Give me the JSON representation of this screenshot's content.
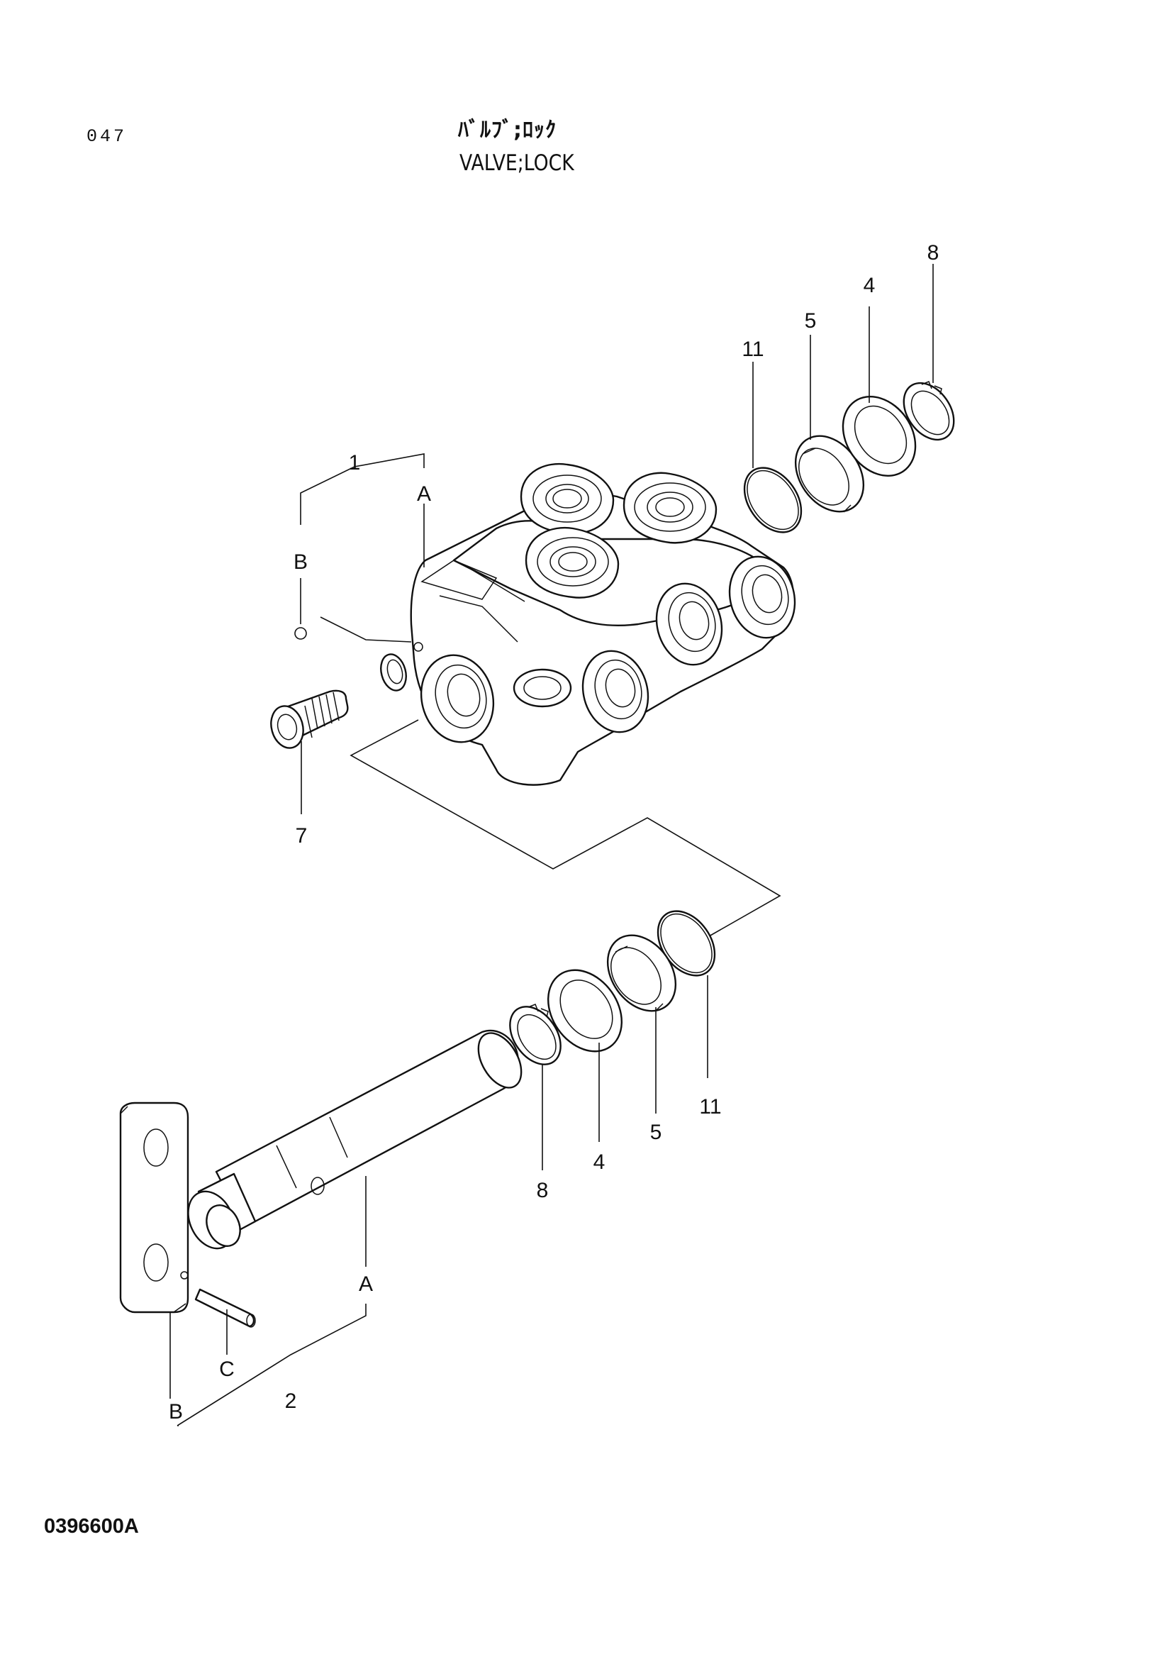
{
  "header": {
    "page_number": "047",
    "title_jp": "ﾊﾞﾙﾌﾞ;ﾛｯｸ",
    "title_en": "VALVE;LOCK"
  },
  "drawing_number": "0396600A",
  "callouts": {
    "upper": {
      "c8": "8",
      "c4": "4",
      "c5": "5",
      "c11": "11",
      "c1": "1",
      "cA": "A",
      "cB": "B",
      "c7": "7"
    },
    "lower": {
      "c8": "8",
      "c4": "4",
      "c5": "5",
      "c11": "11",
      "cA": "A",
      "cB": "B",
      "cC": "C",
      "c2": "2"
    }
  }
}
